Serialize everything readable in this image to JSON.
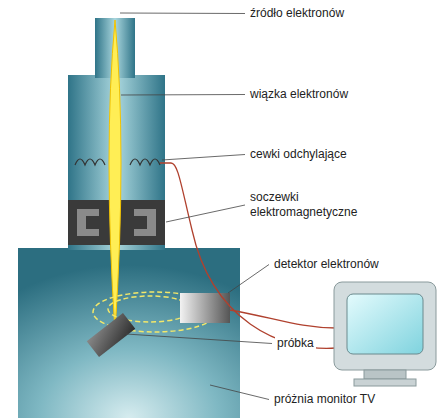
{
  "diagram": {
    "labels": [
      "źródło elektronów",
      "wiązka elektronów",
      "cewki odchylające",
      "soczewki elektromagnetyczne",
      "detektor elektronów",
      "próbka",
      "próżnia monitor TV"
    ]
  }
}
